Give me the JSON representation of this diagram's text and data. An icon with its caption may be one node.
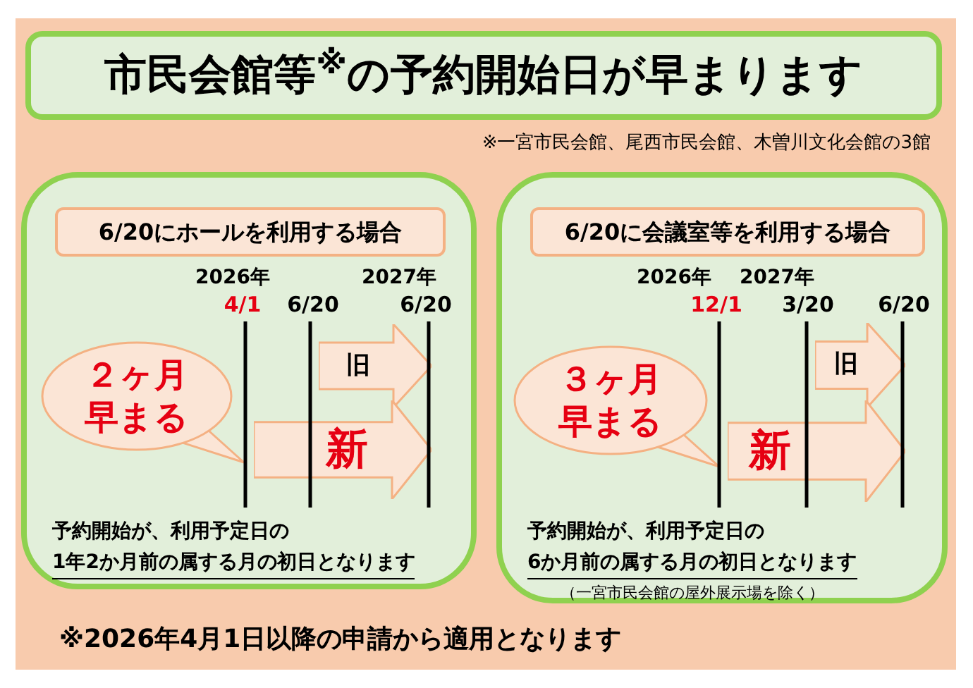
{
  "diagram": {
    "nodes": [
      {
        "text": [
          "市民会館等$^{※}$の予約開始日が早まります"
        ],
        "beside": [
          "※一宮市民会館、尾西市民会館、木曽川文化会館の3館"
        ]
      },
      {
        "text": [
          "予約開始が、利用予定日の",
          "1年2か月前の属する月の初日となります"
        ]
      },
      {
        "text": [
          "6/20にホールを利用する場合"
        ],
        "in": 1
      },
      {
        "text": [
          "２ヶ月早まる"
        ],
        "in": 1
      },
      {
        "text": [
          "旧"
        ],
        "in": 1
      },
      {
        "text": [
          "新"
        ],
        "in": 1
      },
      {
        "text": [
          "予約開始が、利用予定日の",
          "6か月前の属する月の初日となります",
          "（一宮市民会館の屋外展示場を除く）"
        ]
      },
      {
        "text": [
          "6/20に会議室等を利用する場合"
        ],
        "in": 6
      },
      {
        "text": [
          "３ヶ月早まる"
        ],
        "in": 6
      },
      {
        "text": [
          "旧"
        ],
        "in": 6
      },
      {
        "text": [
          "新"
        ],
        "in": 6
      }
    ],
    "labels": [
      "2026年",
      "4/1",
      "6/20",
      "2027年",
      "6/20",
      "2026年",
      "2027年",
      "12/1",
      "3/20",
      "6/20",
      "※2026年4月1日以降の申請から適用となります"
    ]
  }
}
